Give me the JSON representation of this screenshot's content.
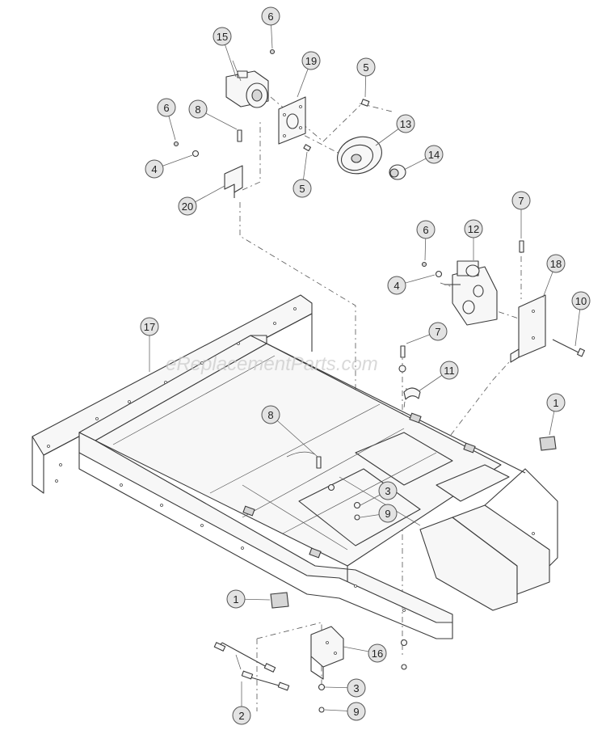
{
  "watermark": "eReplacementParts.com",
  "callouts": [
    {
      "id": "c6a",
      "label": "6"
    },
    {
      "id": "c15",
      "label": "15"
    },
    {
      "id": "c19",
      "label": "19"
    },
    {
      "id": "c5a",
      "label": "5"
    },
    {
      "id": "c6b",
      "label": "6"
    },
    {
      "id": "c8a",
      "label": "8"
    },
    {
      "id": "c13",
      "label": "13"
    },
    {
      "id": "c4a",
      "label": "4"
    },
    {
      "id": "c14",
      "label": "14"
    },
    {
      "id": "c5b",
      "label": "5"
    },
    {
      "id": "c20",
      "label": "20"
    },
    {
      "id": "c7a",
      "label": "7"
    },
    {
      "id": "c6c",
      "label": "6"
    },
    {
      "id": "c12",
      "label": "12"
    },
    {
      "id": "c18",
      "label": "18"
    },
    {
      "id": "c4b",
      "label": "4"
    },
    {
      "id": "c10",
      "label": "10"
    },
    {
      "id": "c17",
      "label": "17"
    },
    {
      "id": "c7b",
      "label": "7"
    },
    {
      "id": "c11",
      "label": "11"
    },
    {
      "id": "c1a",
      "label": "1"
    },
    {
      "id": "c8b",
      "label": "8"
    },
    {
      "id": "c3a",
      "label": "3"
    },
    {
      "id": "c9a",
      "label": "9"
    },
    {
      "id": "c1b",
      "label": "1"
    },
    {
      "id": "c16",
      "label": "16"
    },
    {
      "id": "c2",
      "label": "2"
    },
    {
      "id": "c3b",
      "label": "3"
    },
    {
      "id": "c9b",
      "label": "9"
    }
  ]
}
